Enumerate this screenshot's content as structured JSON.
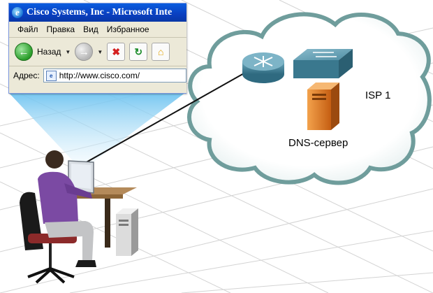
{
  "browser": {
    "title": "Cisco Systems, Inc - Microsoft Inte",
    "menu": [
      "Файл",
      "Правка",
      "Вид",
      "Избранное"
    ],
    "back_label": "Назад",
    "address_label": "Адрес:",
    "url": "http://www.cisco.com/"
  },
  "labels": {
    "isp": "ISP 1",
    "dns": "DNS-сервер"
  },
  "colors": {
    "cloud_fill": "#ffffff",
    "cloud_stroke": "#6f9d9c",
    "router": "#3f7f95",
    "server": "#d9731f",
    "beam": "#6ec3f0",
    "shirt": "#7b4aa3"
  },
  "icons": [
    "ie-logo-icon",
    "back-arrow-icon",
    "forward-arrow-icon",
    "stop-icon",
    "refresh-icon",
    "home-icon",
    "page-icon",
    "router-icon",
    "switch-icon",
    "server-icon",
    "user-at-desk-icon",
    "pc-tower-icon"
  ]
}
